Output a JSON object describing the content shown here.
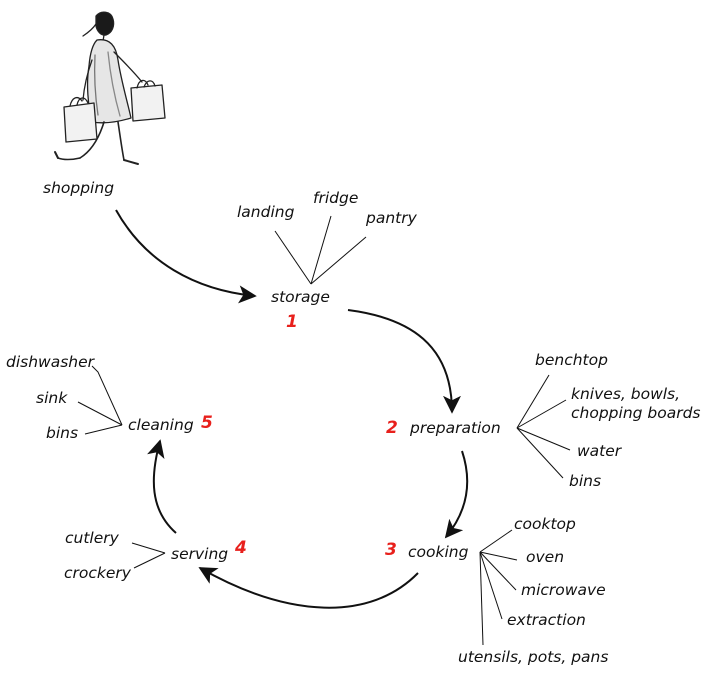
{
  "colors": {
    "ink": "#111111",
    "step_number": "#e8201c"
  },
  "illustration": {
    "icon": "woman-with-shopping-bags-sketch"
  },
  "stages": {
    "shopping": "shopping",
    "storage": "storage",
    "preparation": "preparation",
    "cooking": "cooking",
    "serving": "serving",
    "cleaning": "cleaning"
  },
  "step_numbers": {
    "storage": "1",
    "preparation": "2",
    "cooking": "3",
    "serving": "4",
    "cleaning": "5"
  },
  "storage_items": [
    "landing",
    "fridge",
    "pantry"
  ],
  "preparation_items": [
    "benchtop",
    "knives, bowls,\nchopping boards",
    "water",
    "bins"
  ],
  "cooking_items": [
    "cooktop",
    "oven",
    "microwave",
    "extraction",
    "utensils, pots, pans"
  ],
  "serving_items": [
    "cutlery",
    "crockery"
  ],
  "cleaning_items": [
    "dishwasher",
    "sink",
    "bins"
  ]
}
